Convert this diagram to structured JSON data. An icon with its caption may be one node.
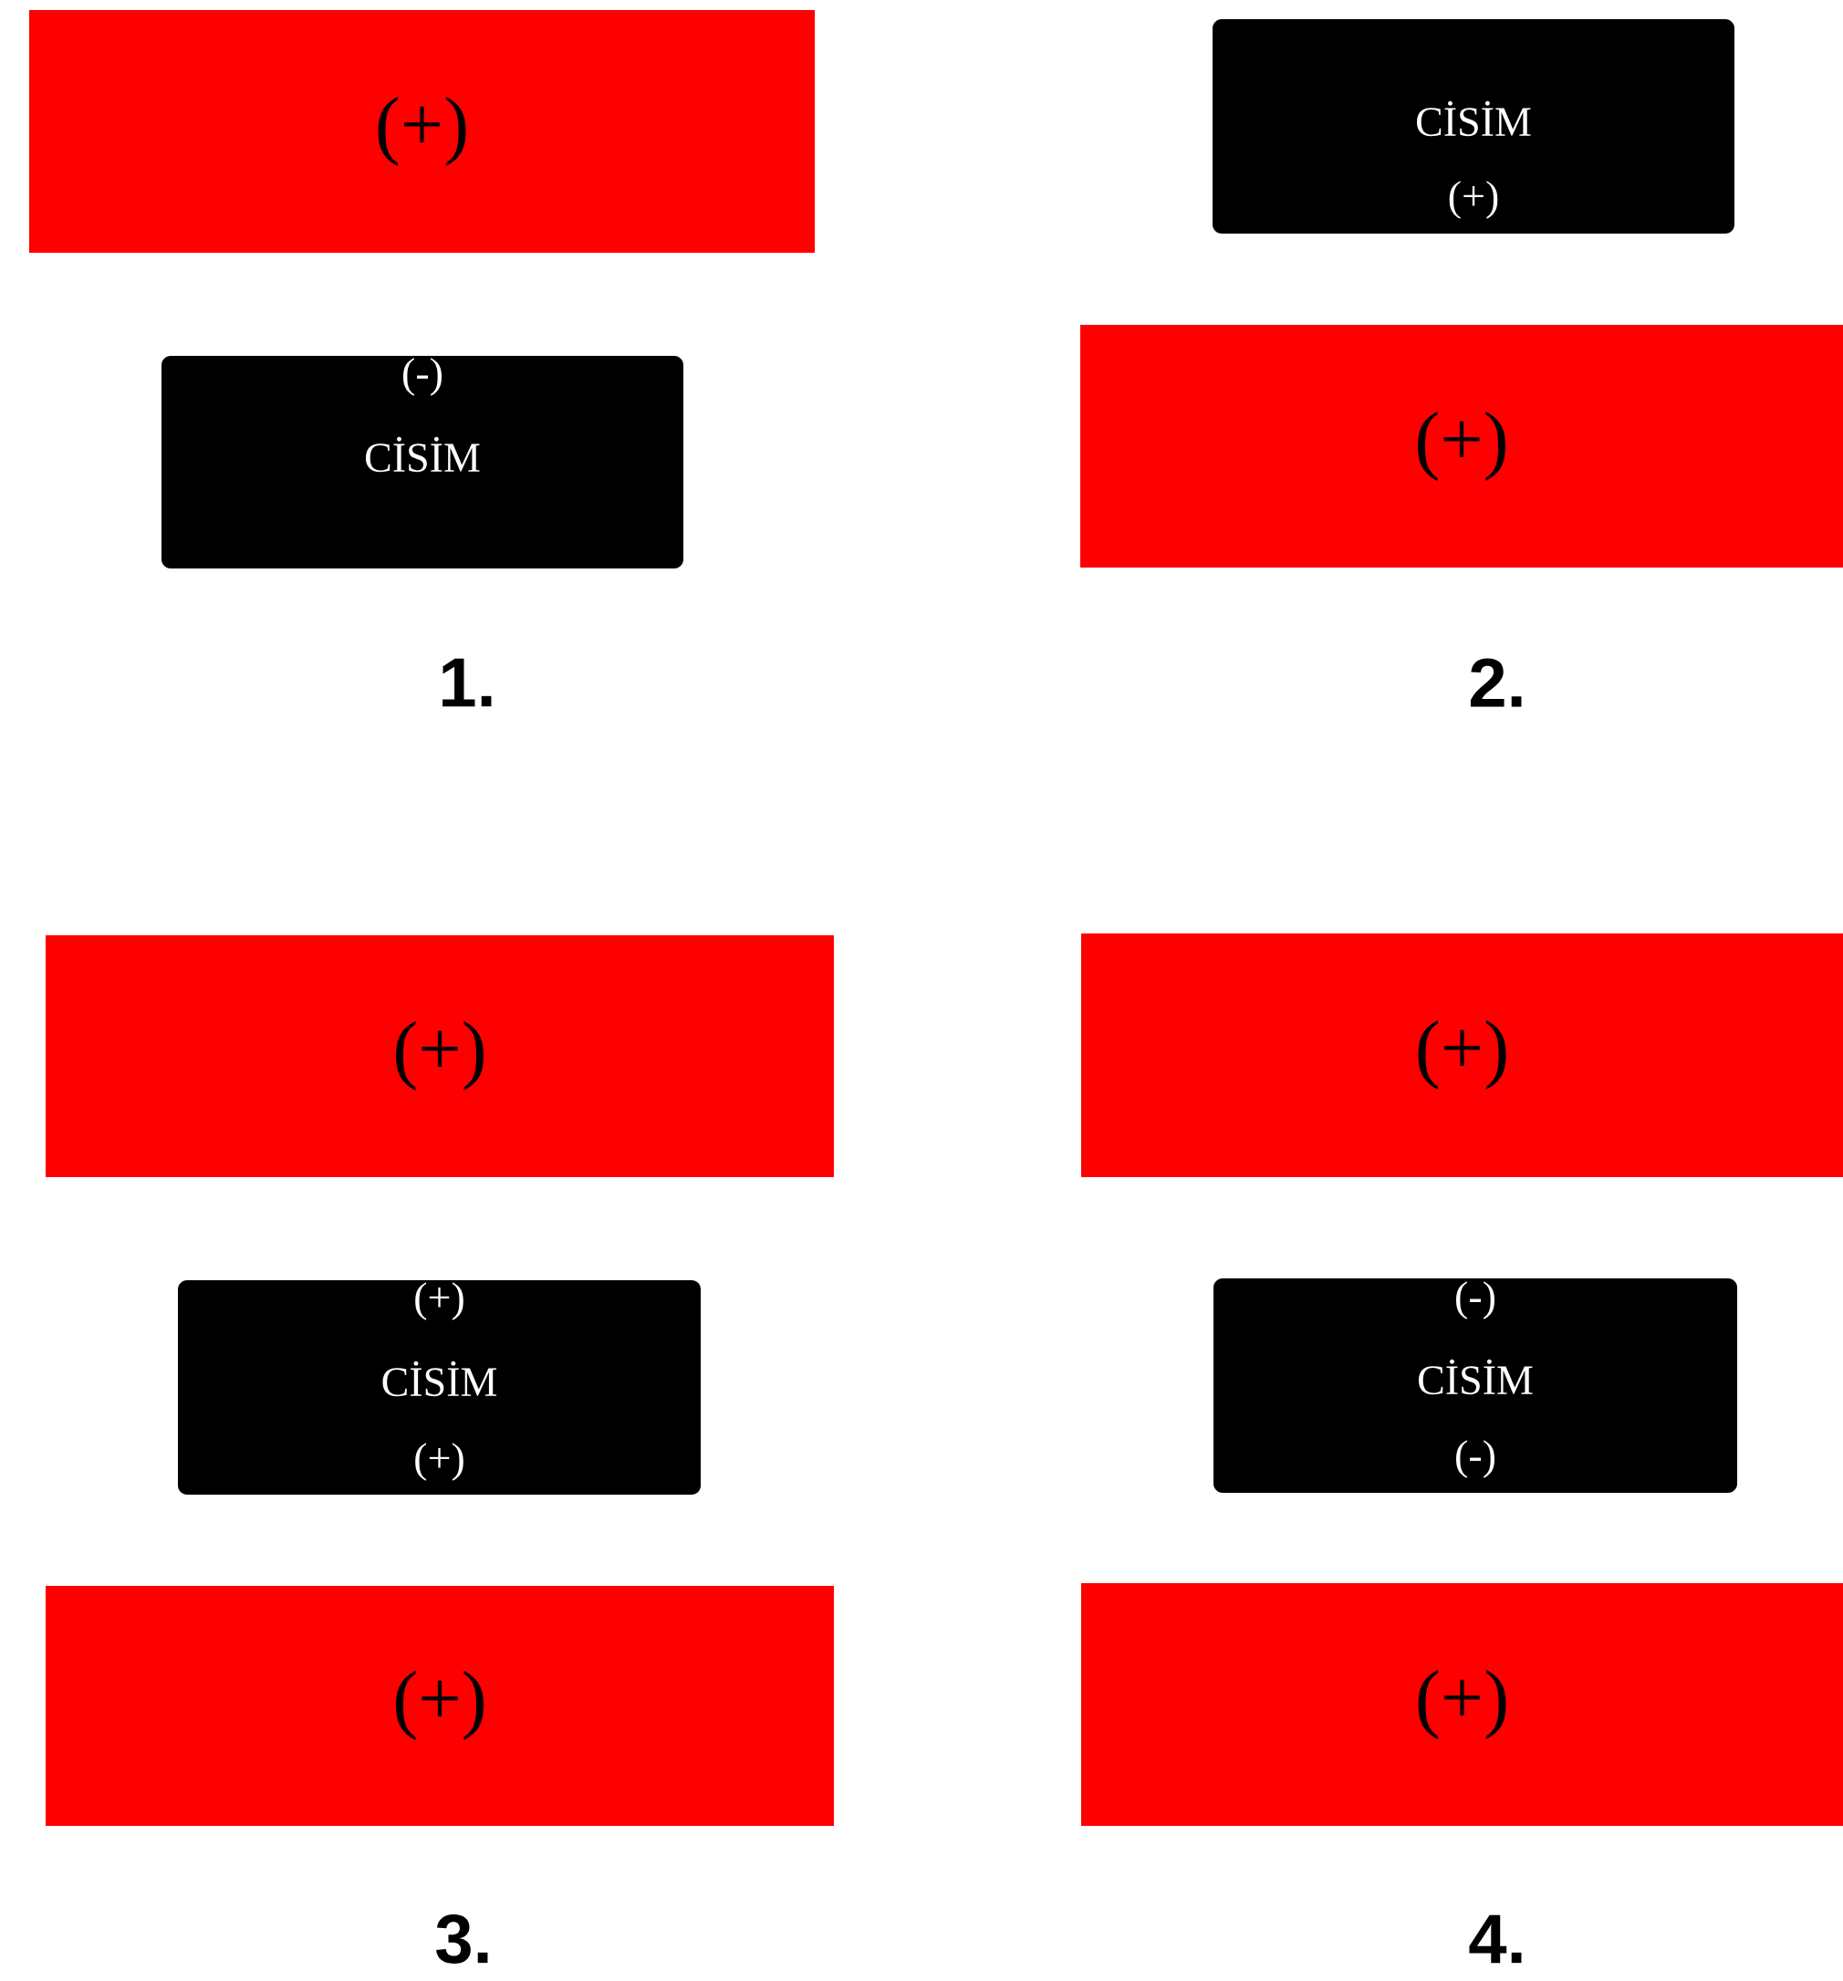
{
  "diagram": {
    "nodes": [
      {
        "text": [
          "(+)"
        ]
      },
      {
        "text": [
          "(-)",
          "CİSİM"
        ]
      },
      {
        "text": [
          "CİSİM",
          "(+)"
        ]
      },
      {
        "text": [
          "(+)"
        ]
      },
      {
        "text": [
          "(+)"
        ]
      },
      {
        "text": [
          "(+)",
          "CİSİM",
          "(+)"
        ]
      },
      {
        "text": [
          "(+)"
        ]
      },
      {
        "text": [
          "(+)"
        ]
      },
      {
        "text": [
          "(-)",
          "CİSİM",
          "(-)"
        ]
      },
      {
        "text": [
          "(+)"
        ]
      }
    ],
    "labels": [
      "1.",
      "2.",
      "3.",
      "4."
    ]
  }
}
